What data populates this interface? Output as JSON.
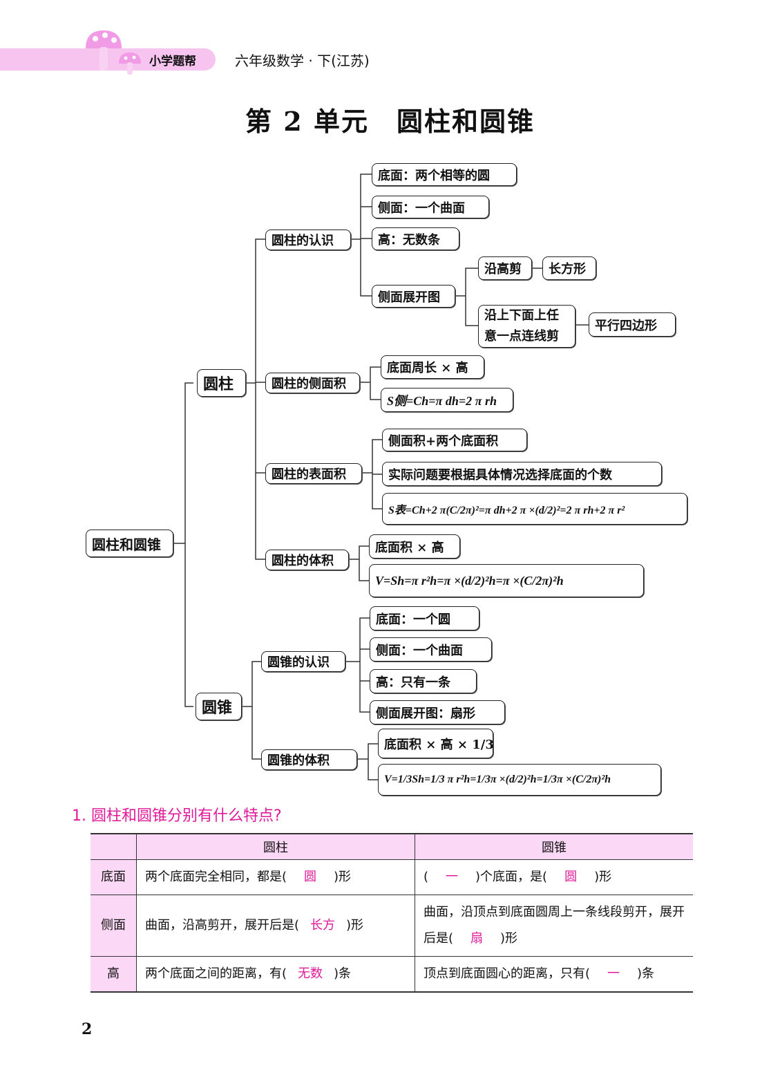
{
  "header": {
    "brand": "小学题帮",
    "book": "六年级数学 · 下(江苏)"
  },
  "title": "第 2 单元　圆柱和圆锥",
  "map": {
    "root": "圆柱和圆锥",
    "cyl": "圆柱",
    "cone": "圆锥",
    "cyl_know": "圆柱的认识",
    "cyl_side": "圆柱的侧面积",
    "cyl_surf": "圆柱的表面积",
    "cyl_vol": "圆柱的体积",
    "cone_know": "圆锥的认识",
    "cone_vol": "圆锥的体积",
    "base": "底面：两个相等的圆",
    "side": "侧面：一个曲面",
    "height": "高：无数条",
    "unfold": "侧面展开图",
    "cut_h": "沿高剪",
    "rect": "长方形",
    "cut_any": "沿上下面上任意一点连线剪",
    "para": "平行四边形",
    "side_w": "底面周长 × 高",
    "side_f": "S侧=Ch=π dh=2 π rh",
    "surf_w": "侧面积+两个底面积",
    "surf_note": "实际问题要根据具体情况选择底面的个数",
    "surf_f": "S表=Ch+2 π(C/2π)²=π dh+2 π ×(d/2)²=2 π rh+2 π r²",
    "vol_w": "底面积 × 高",
    "vol_f": "V=Sh=π r²h=π ×(d/2)²h=π ×(C/2π)²h",
    "c_base": "底面：一个圆",
    "c_side": "侧面：一个曲面",
    "c_height": "高：只有一条",
    "c_unfold": "侧面展开图：扇形",
    "c_vol_w": "底面积 × 高 × 1/3",
    "c_vol_f": "V=1/3Sh=1/3 π r²h=1/3π ×(d/2)²h=1/3π ×(C/2π)²h"
  },
  "question": "1. 圆柱和圆锥分别有什么特点?",
  "table": {
    "headers": [
      "",
      "圆柱",
      "圆锥"
    ],
    "rows": [
      {
        "label": "底面",
        "cyl": {
          "pre": "两个底面完全相同，都是(",
          "ans": "圆",
          "post": ")形"
        },
        "cone": {
          "pre": "(",
          "ans": "一",
          "mid": ")个底面，是(",
          "ans2": "圆",
          "post": ")形"
        }
      },
      {
        "label": "侧面",
        "cyl": {
          "pre": "曲面，沿高剪开，展开后是(",
          "ans": "长方",
          "post": ")形"
        },
        "cone": {
          "pre": "曲面，沿顶点到底面圆周上一条线段剪开，展开后是(",
          "ans": "扇",
          "post": ")形"
        }
      },
      {
        "label": "高",
        "cyl": {
          "pre": "两个底面之间的距离，有(",
          "ans": "无数",
          "post": ")条"
        },
        "cone": {
          "pre": "顶点到底面圆心的距离，只有(",
          "ans": "一",
          "post": ")条"
        }
      }
    ]
  },
  "page_number": "2"
}
